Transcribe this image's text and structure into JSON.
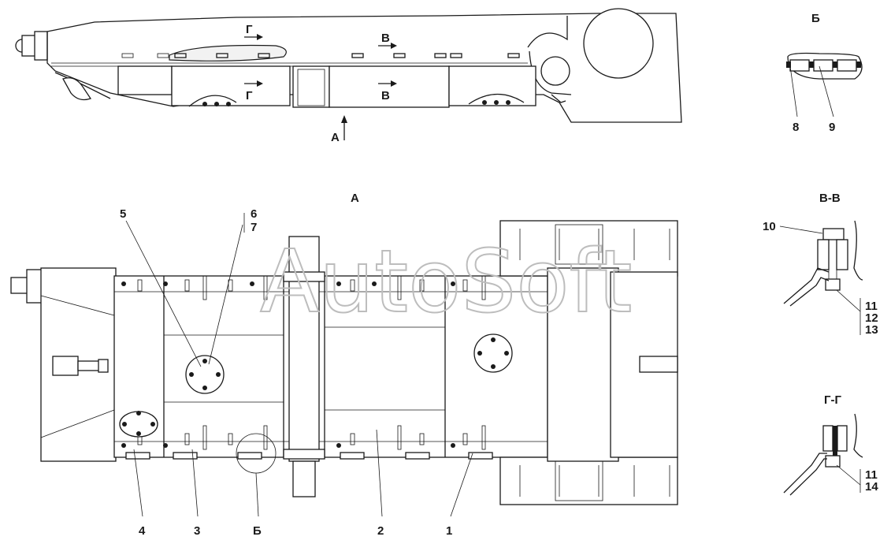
{
  "watermark": "AutoSoft",
  "views": {
    "view_a_title": "А",
    "view_b_title": "Б",
    "section_vv_title": "В-В",
    "section_gg_title": "Г-Г"
  },
  "section_markers": {
    "g_top": "Г",
    "v_top": "В",
    "g_bottom": "Г",
    "v_bottom": "В",
    "view_a_arrow": "А"
  },
  "callouts": {
    "c1": "1",
    "c2": "2",
    "c3": "3",
    "c4": "4",
    "c5": "5",
    "c6": "6",
    "c7": "7",
    "c8": "8",
    "c9": "9",
    "c10": "10",
    "c11a": "11",
    "c12": "12",
    "c13": "13",
    "c11b": "11",
    "c14": "14",
    "b_ref": "Б"
  }
}
